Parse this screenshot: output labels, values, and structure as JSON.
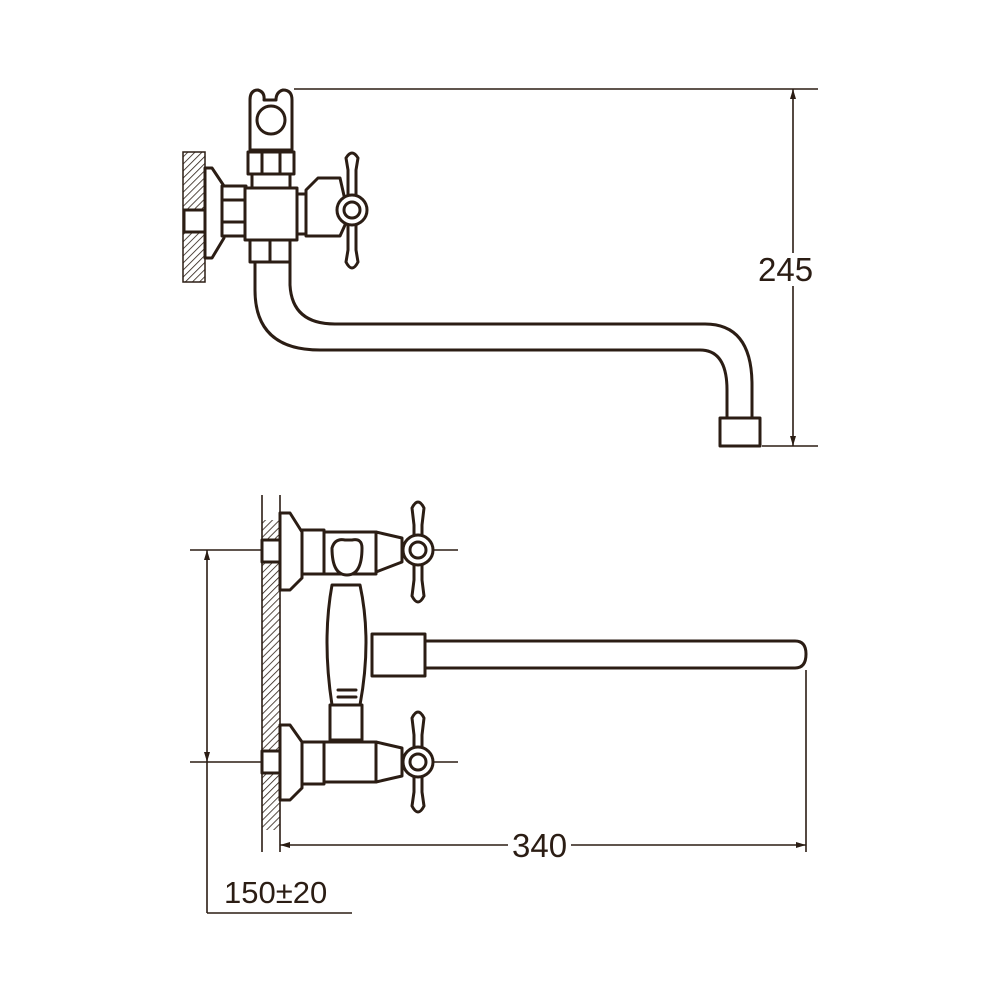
{
  "dimensions": {
    "height": "245",
    "length": "340",
    "center_distance": "150±20"
  },
  "colors": {
    "line": "#2b1d14",
    "background": "#ffffff"
  }
}
